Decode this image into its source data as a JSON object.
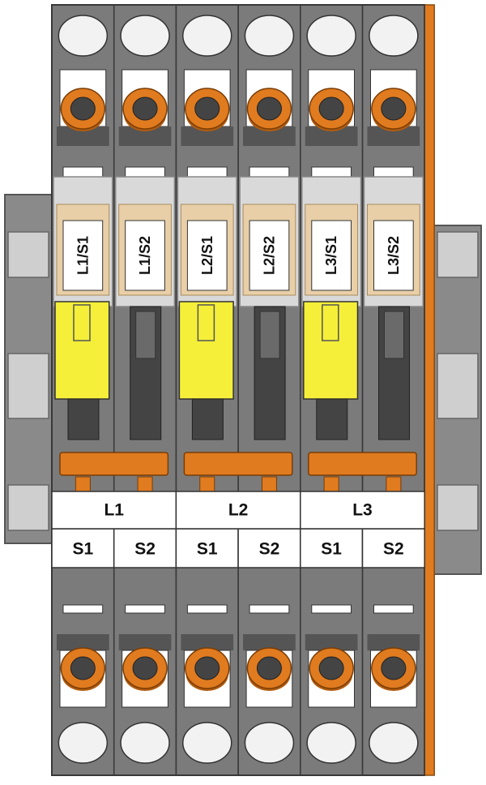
{
  "terminals": [
    {
      "label": "L1/S1",
      "group": "L1",
      "sub": "S1",
      "fused": true
    },
    {
      "label": "L1/S2",
      "group": "L1",
      "sub": "S2",
      "fused": false
    },
    {
      "label": "L2/S1",
      "group": "L2",
      "sub": "S1",
      "fused": true
    },
    {
      "label": "L2/S2",
      "group": "L2",
      "sub": "S2",
      "fused": false
    },
    {
      "label": "L3/S1",
      "group": "L3",
      "sub": "S1",
      "fused": true
    },
    {
      "label": "L3/S2",
      "group": "L3",
      "sub": "S2",
      "fused": false
    }
  ],
  "groups": [
    {
      "label": "L1"
    },
    {
      "label": "L2"
    },
    {
      "label": "L3"
    }
  ],
  "colors": {
    "housing": "#7b7b7b",
    "housing_dark": "#555555",
    "housing_light": "#9a9a9a",
    "rail": "#8a8a8a",
    "screw": "#e07b1f",
    "screw_dark": "#b25c10",
    "fuse_yellow": "#f5ef3a",
    "bridge_orange": "#e07b1f",
    "label_bg": "#ffffff",
    "text": "#111111",
    "end_plate": "#e07b1f"
  }
}
